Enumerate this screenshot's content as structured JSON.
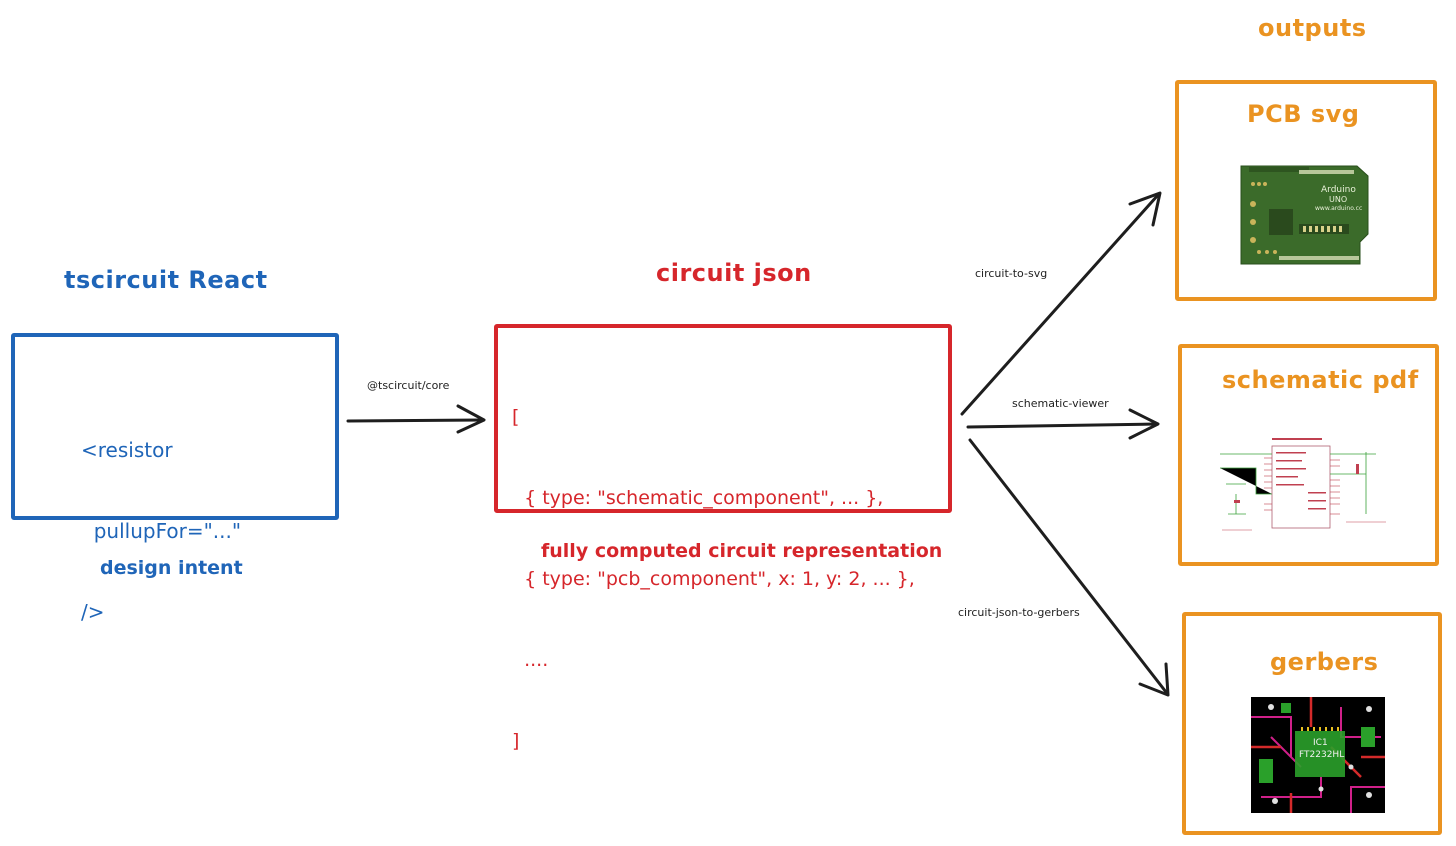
{
  "left": {
    "title": "tscircuit React",
    "code_lines": [
      "<resistor",
      "  pullupFor=\"...\"",
      "/>"
    ],
    "caption": "design intent"
  },
  "middle": {
    "title": "circuit json",
    "code_lines": [
      "[",
      "  { type: \"schematic_component\", ... },",
      "  { type: \"pcb_component\", x: 1, y: 2, ... },",
      "  ....",
      "]"
    ],
    "caption": "fully computed circuit representation"
  },
  "edges": {
    "core": "@tscircuit/core",
    "svg": "circuit-to-svg",
    "schematic": "schematic-viewer",
    "gerbers": "circuit-json-to-gerbers"
  },
  "outputs": {
    "heading": "outputs",
    "pcb": {
      "title": "PCB svg",
      "board_text": [
        "Arduino",
        "UNO",
        "www.arduino.cc"
      ]
    },
    "schematic": {
      "title": "schematic pdf"
    },
    "gerbers": {
      "title": "gerbers",
      "chip_labels": [
        "IC1",
        "FT2232HL"
      ]
    }
  },
  "colors": {
    "blue": "#1f65b8",
    "red": "#d6262b",
    "orange": "#ea9321",
    "arrow": "#1e1e1e"
  }
}
